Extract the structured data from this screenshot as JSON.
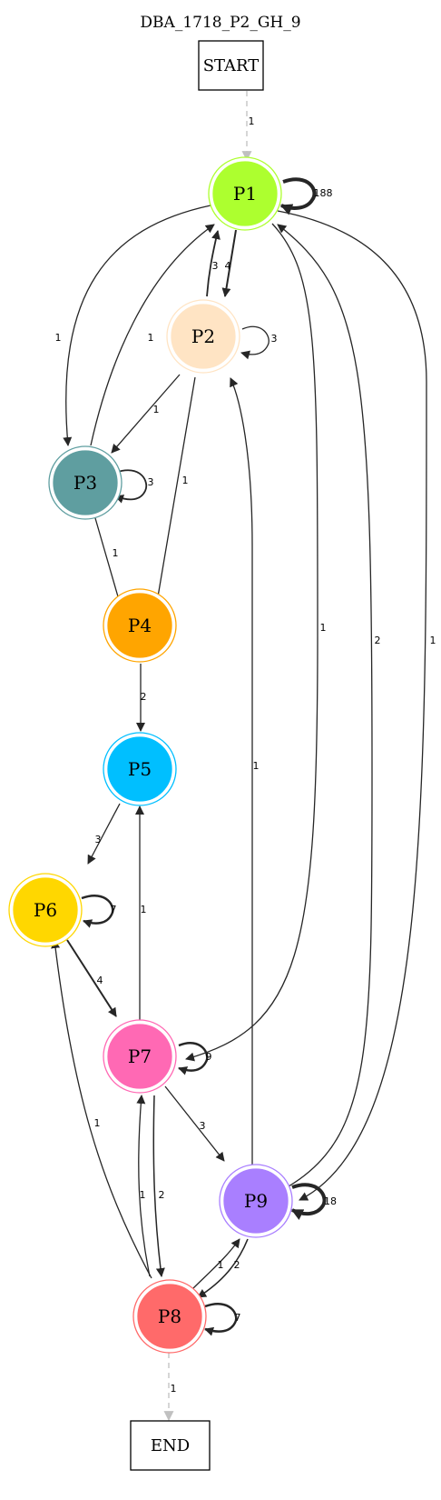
{
  "diagram": {
    "title": "DBA_1718_P2_GH_9",
    "start_label": "START",
    "end_label": "END",
    "nodes": [
      {
        "id": "P1",
        "label": "P1",
        "color": "#adff2f"
      },
      {
        "id": "P2",
        "label": "P2",
        "color": "#ffe4c4"
      },
      {
        "id": "P3",
        "label": "P3",
        "color": "#5f9ea0"
      },
      {
        "id": "P4",
        "label": "P4",
        "color": "#ffa500"
      },
      {
        "id": "P5",
        "label": "P5",
        "color": "#00bfff"
      },
      {
        "id": "P6",
        "label": "P6",
        "color": "#ffd700"
      },
      {
        "id": "P7",
        "label": "P7",
        "color": "#ff69b4"
      },
      {
        "id": "P8",
        "label": "P8",
        "color": "#ff6a6a"
      },
      {
        "id": "P9",
        "label": "P9",
        "color": "#a97fff"
      }
    ],
    "edges": [
      {
        "from": "START",
        "to": "P1",
        "label": "1"
      },
      {
        "from": "P1",
        "to": "P1",
        "label": "188"
      },
      {
        "from": "P1",
        "to": "P2",
        "label": "4"
      },
      {
        "from": "P2",
        "to": "P1",
        "label": "3"
      },
      {
        "from": "P1",
        "to": "P3",
        "label": "1"
      },
      {
        "from": "P3",
        "to": "P1",
        "label": "1"
      },
      {
        "from": "P1",
        "to": "P7",
        "label": "1"
      },
      {
        "from": "P9",
        "to": "P1",
        "label": "2"
      },
      {
        "from": "P1",
        "to": "P9",
        "label": "1"
      },
      {
        "from": "P2",
        "to": "P2",
        "label": "3"
      },
      {
        "from": "P2",
        "to": "P3",
        "label": "1"
      },
      {
        "from": "P2",
        "to": "P4",
        "label": "1"
      },
      {
        "from": "P3",
        "to": "P3",
        "label": "3"
      },
      {
        "from": "P3",
        "to": "P4",
        "label": "1"
      },
      {
        "from": "P4",
        "to": "P5",
        "label": "2"
      },
      {
        "from": "P5",
        "to": "P6",
        "label": "3"
      },
      {
        "from": "P6",
        "to": "P6",
        "label": "7"
      },
      {
        "from": "P6",
        "to": "P7",
        "label": "4"
      },
      {
        "from": "P7",
        "to": "P5",
        "label": "1"
      },
      {
        "from": "P7",
        "to": "P7",
        "label": "9"
      },
      {
        "from": "P7",
        "to": "P9",
        "label": "3"
      },
      {
        "from": "P7",
        "to": "P8",
        "label": "2"
      },
      {
        "from": "P8",
        "to": "P7",
        "label": "1"
      },
      {
        "from": "P8",
        "to": "P6",
        "label": "1"
      },
      {
        "from": "P9",
        "to": "P2",
        "label": "1"
      },
      {
        "from": "P9",
        "to": "P9",
        "label": "18"
      },
      {
        "from": "P9",
        "to": "P8",
        "label": "2"
      },
      {
        "from": "P8",
        "to": "P9",
        "label": "1"
      },
      {
        "from": "P8",
        "to": "P8",
        "label": "7"
      },
      {
        "from": "P8",
        "to": "END",
        "label": "1"
      }
    ]
  }
}
